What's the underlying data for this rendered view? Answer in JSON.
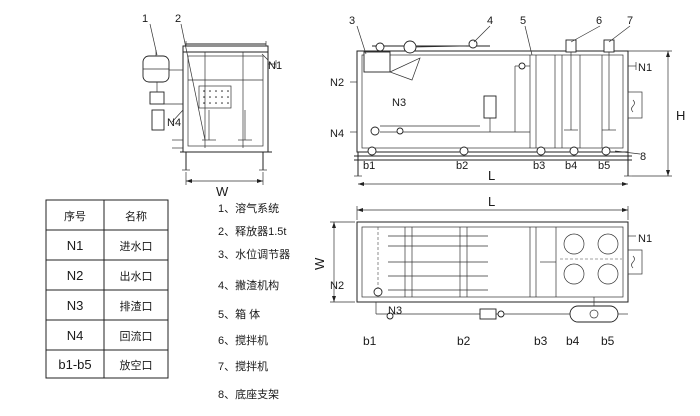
{
  "front_view": {
    "callouts": [
      "1",
      "2"
    ],
    "labels": {
      "n1": "N1",
      "n4": "N4",
      "w": "W"
    }
  },
  "side_view": {
    "callouts": [
      "3",
      "4",
      "5",
      "6",
      "7",
      "8"
    ],
    "labels": {
      "n1": "N1",
      "n2": "N2",
      "n3": "N3",
      "n4": "N4",
      "h": "H",
      "l": "L"
    },
    "drains": [
      "b1",
      "b2",
      "b3",
      "b4",
      "b5"
    ]
  },
  "plan_view": {
    "labels": {
      "n1": "N1",
      "n2": "N2",
      "n3": "N3",
      "w": "W",
      "l": "L"
    },
    "drains": [
      "b1",
      "b2",
      "b3",
      "b4",
      "b5"
    ]
  },
  "nozzle_table": {
    "headers": [
      "序号",
      "名称"
    ],
    "rows": [
      [
        "N1",
        "进水口"
      ],
      [
        "N2",
        "出水口"
      ],
      [
        "N3",
        "排渣口"
      ],
      [
        "N4",
        "回流口"
      ],
      [
        "b1-b5",
        "放空口"
      ]
    ]
  },
  "component_list": [
    "1、溶气系统",
    "2、释放器1.5t",
    "3、水位调节器",
    "4、撇渣机构",
    "5、箱 体",
    "6、搅拌机",
    "7、搅拌机",
    "8、底座支架"
  ]
}
